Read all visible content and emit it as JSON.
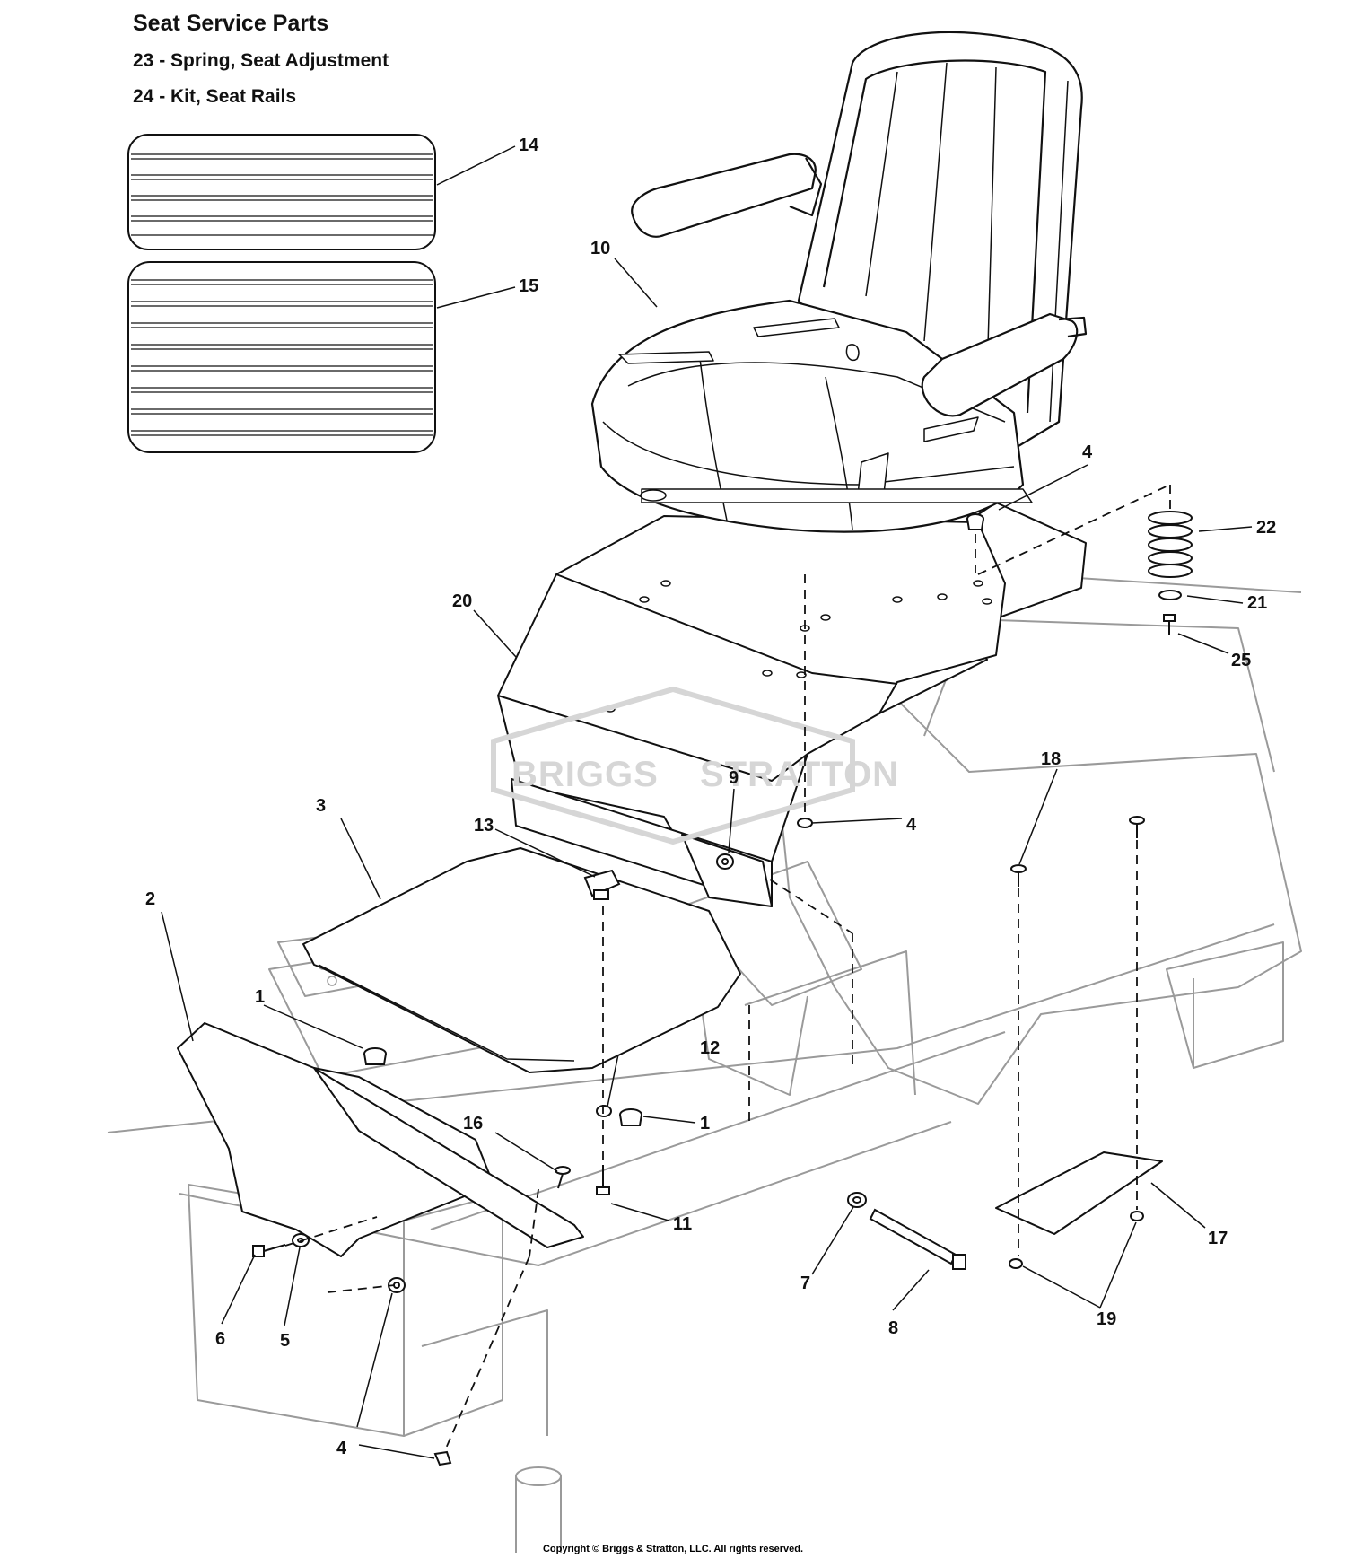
{
  "header": {
    "title": "Seat Service Parts",
    "service_parts": [
      "23 - Spring, Seat Adjustment",
      "24 - Kit, Seat Rails"
    ]
  },
  "watermark": {
    "text_left": "BRIGGS",
    "text_right": "STRATTON",
    "color": "#d6d6d6"
  },
  "callouts": [
    "14",
    "15",
    "10",
    "4",
    "22",
    "21",
    "25",
    "20",
    "9",
    "18",
    "4",
    "3",
    "13",
    "2",
    "1",
    "12",
    "1",
    "16",
    "11",
    "7",
    "17",
    "6",
    "5",
    "8",
    "19",
    "4"
  ],
  "copyright": "Copyright © Briggs & Stratton, LLC. All rights reserved.",
  "colors": {
    "line": "#111111",
    "frame": "#999999",
    "background": "#ffffff"
  }
}
